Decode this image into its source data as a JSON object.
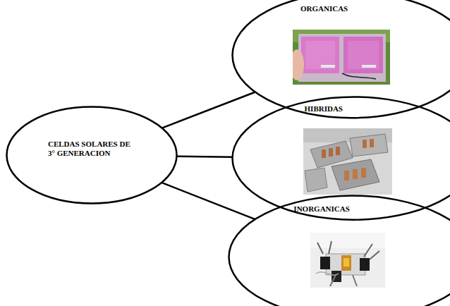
{
  "diagram": {
    "nodes": [
      {
        "text": [
          "CELDAS SOLARES DE 3° GENERACION"
        ]
      },
      {
        "text": [
          "ORGANICAS"
        ]
      },
      {
        "text": [
          "HIBRIDAS"
        ]
      },
      {
        "text": [
          "INORGANICAS"
        ]
      }
    ],
    "edges": [
      {
        "from": 0,
        "to": 1,
        "arrow": "none"
      },
      {
        "from": 0,
        "to": 2,
        "arrow": "none"
      },
      {
        "from": 0,
        "to": 3,
        "arrow": "none"
      }
    ]
  }
}
